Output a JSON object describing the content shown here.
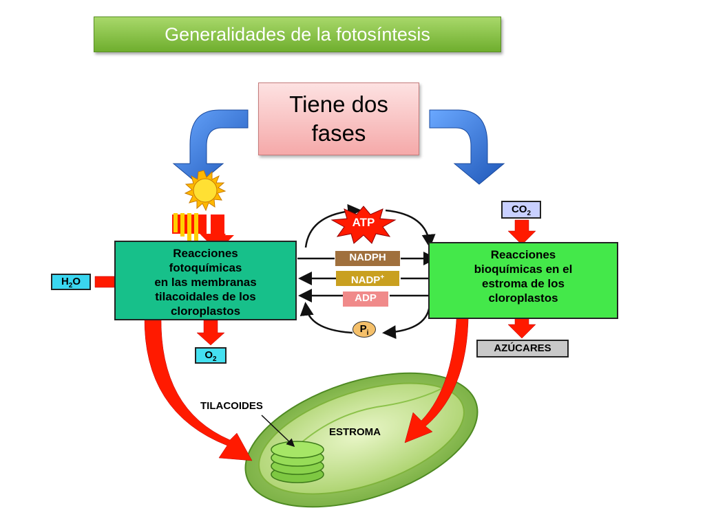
{
  "title": "Generalidades de la fotosíntesis",
  "phases": {
    "line1": "Tiene dos",
    "line2": "fases"
  },
  "photochemical": {
    "lines": [
      "Reacciones",
      "fotoquímicas",
      "en las membranas",
      "tilacoidales de los",
      "cloroplastos"
    ]
  },
  "biochemical": {
    "lines": [
      "Reacciones",
      "bioquímicas en el",
      "estroma de los",
      "cloroplastos"
    ]
  },
  "inputs": {
    "h2o": {
      "base": "H",
      "sub": "2",
      "rest": "O"
    },
    "co2": {
      "base": "CO",
      "sub": "2"
    }
  },
  "outputs": {
    "o2": {
      "base": "O",
      "sub": "2"
    },
    "azucares": "AZÚCARES"
  },
  "exchange": {
    "atp": "ATP",
    "nadph": "NADPH",
    "nadp": {
      "base": "NADP",
      "sup": "+"
    },
    "adp": "ADP",
    "pi": {
      "base": "P",
      "sub": "i"
    }
  },
  "chloroplast": {
    "tilacoides": "TILACOIDES",
    "estroma": "ESTROMA"
  },
  "colors": {
    "banner": "#6fae2e",
    "phases_box": "#f5a9a9",
    "photo_box": "#17c08a",
    "bio_box": "#44e84a",
    "flow_arrow": "#ff1a00",
    "blue_arrow": "#2f6fd6"
  }
}
